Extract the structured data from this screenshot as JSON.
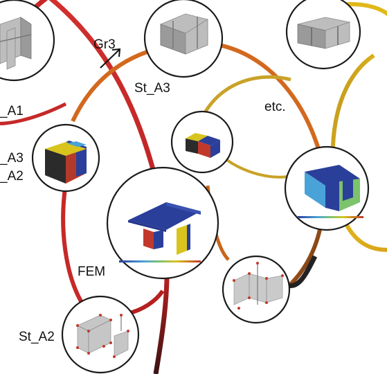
{
  "labels": {
    "st_a1": "_A1",
    "gr3": "Gr3",
    "st_a3": "St_A3",
    "etc": "etc.",
    "a3_left": "_A3",
    "a2_left": "_A2",
    "fem": "FEM",
    "st_a2": "St_A2"
  },
  "colors": {
    "red_ring": "#c62828",
    "orange_ring": "#d2691e",
    "yellow_ring": "#e0b81a",
    "dark_ring": "#222222",
    "node_border": "#1a1a1a",
    "fem_blue": "#2a3f9a",
    "fem_red": "#c0392b",
    "fem_yellow": "#d8c41c",
    "fem_cyan": "#49a3d8"
  }
}
